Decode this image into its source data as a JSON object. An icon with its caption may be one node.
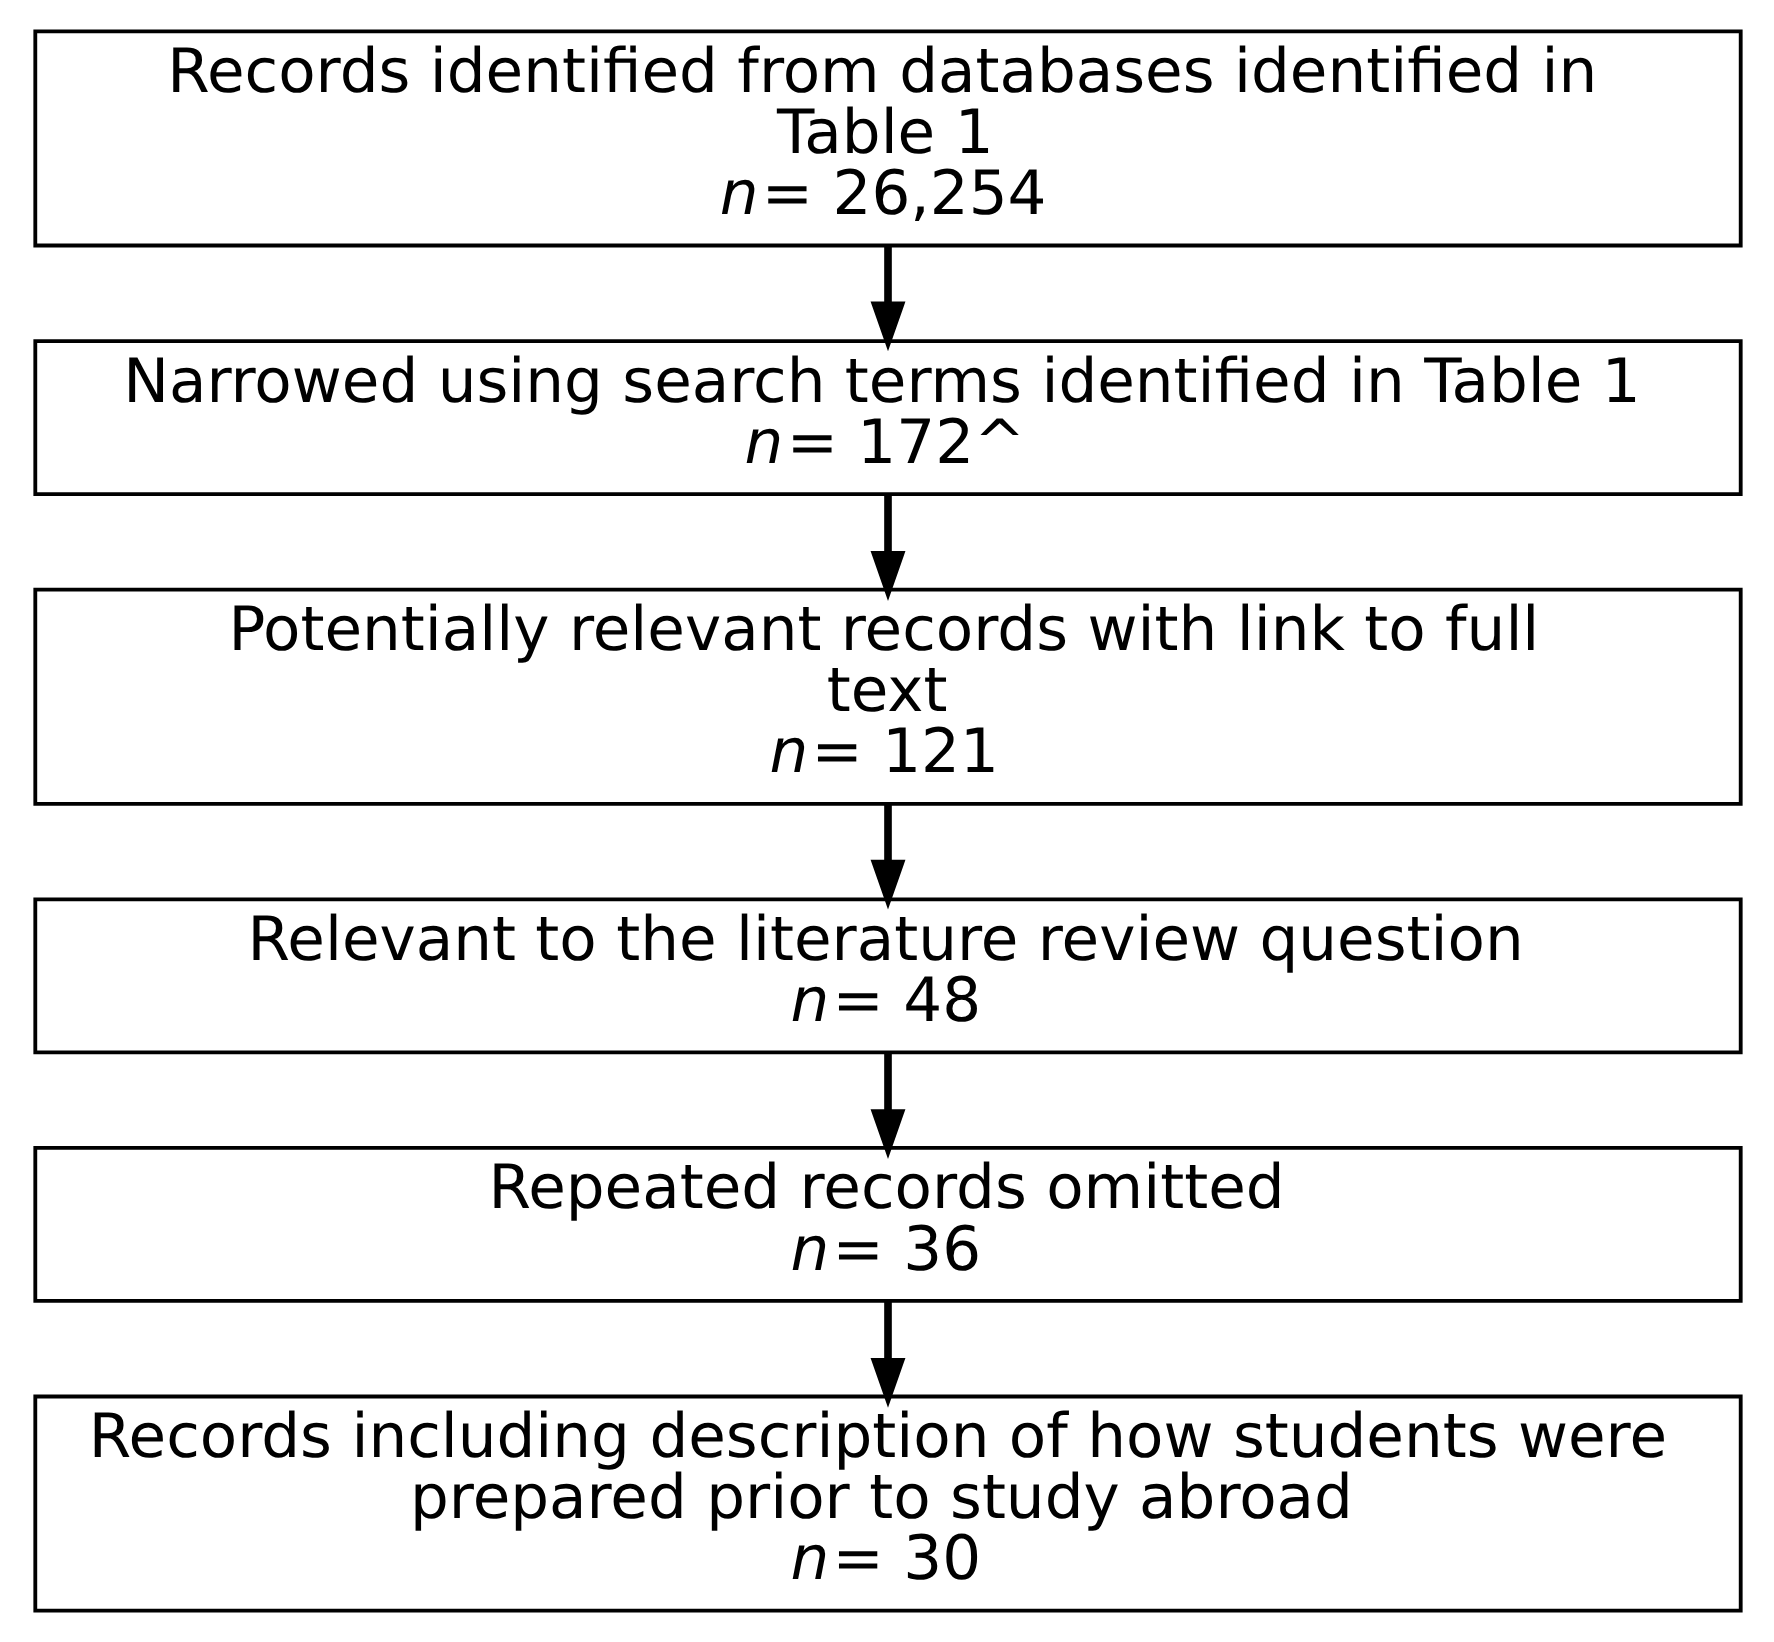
{
  "diagram": {
    "nodes": [
      {
        "text": [
          "Records identified from databases identified in Table 1",
          "*n*= 26,254"
        ]
      },
      {
        "text": [
          "Narrowed using search terms identified in Table 1",
          "*n*= 172^"
        ]
      },
      {
        "text": [
          "Potentially relevant records with link to full text",
          "*n*= 121"
        ]
      },
      {
        "text": [
          "Relevant to the literature review question",
          "*n*= 48"
        ]
      },
      {
        "text": [
          "Repeated records omitted",
          "*n*= 36"
        ]
      },
      {
        "text": [
          "Records including description of how students were prepared prior to study abroad",
          "*n*= 30"
        ]
      }
    ],
    "edges": [
      {
        "from": 0,
        "to": 1,
        "arrow": "to"
      },
      {
        "from": 1,
        "to": 2,
        "arrow": "to"
      },
      {
        "from": 2,
        "to": 3,
        "arrow": "to"
      },
      {
        "from": 3,
        "to": 4,
        "arrow": "to"
      },
      {
        "from": 4,
        "to": 5,
        "arrow": "to"
      }
    ]
  }
}
